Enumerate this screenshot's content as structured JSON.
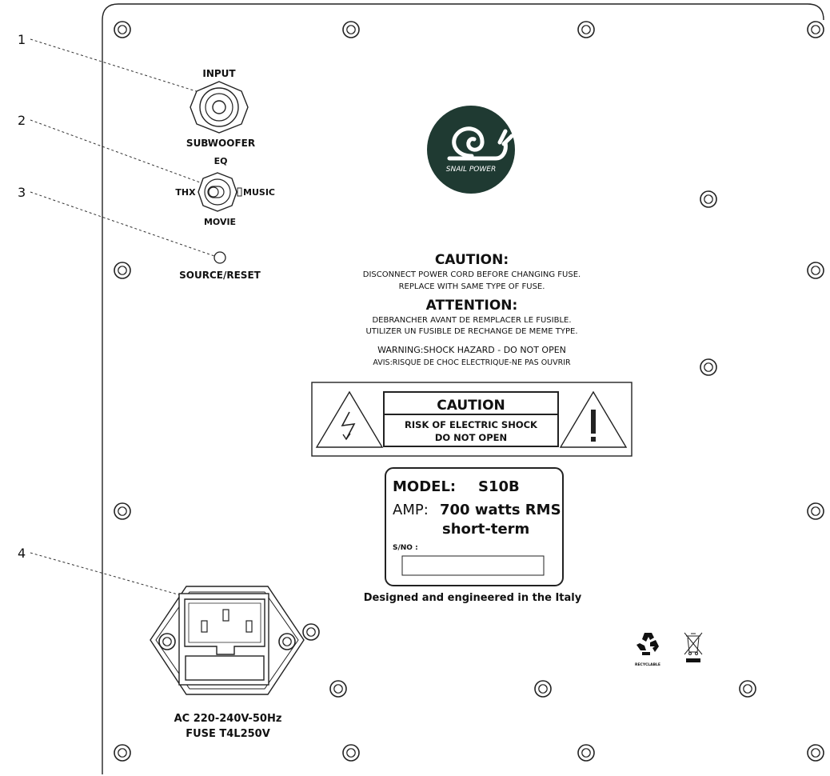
{
  "callouts": [
    "1",
    "2",
    "3",
    "4"
  ],
  "input_jack": {
    "top_label": "INPUT",
    "bottom_label": "SUBWOOFER"
  },
  "eq_switch": {
    "top_label": "EQ",
    "left_label": "THX",
    "right_label": "MUSIC",
    "bottom_label": "MOVIE"
  },
  "source_reset": {
    "label": "SOURCE/RESET"
  },
  "logo": {
    "text": "SNAIL POWER"
  },
  "warnings": {
    "caution_title": "CAUTION:",
    "caution_line1": "DISCONNECT POWER CORD BEFORE CHANGING FUSE.",
    "caution_line2": "REPLACE WITH SAME TYPE OF FUSE.",
    "attention_title": "ATTENTION:",
    "attention_line1": "DEBRANCHER AVANT DE REMPLACER LE FUSIBLE.",
    "attention_line2": "UTILIZER UN FUSIBLE DE RECHANGE DE MEME TYPE.",
    "warning_line": "WARNING:SHOCK HAZARD - DO NOT OPEN",
    "avis_line": "AVIS:RISQUE DE CHOC ELECTRIQUE-NE PAS OUVRIR"
  },
  "shock_box": {
    "title": "CAUTION",
    "line1": "RISK OF ELECTRIC SHOCK",
    "line2": "DO NOT OPEN"
  },
  "model_plate": {
    "model_label": "MODEL:",
    "model_value": "S10B",
    "amp_label": "AMP:",
    "amp_value": "700 watts RMS",
    "amp_note": "short-term",
    "serial_label": "S/NO :"
  },
  "designed_text": "Designed and engineered in the Italy",
  "power": {
    "line1": "AC 220-240V-50Hz",
    "line2": "FUSE T4L250V"
  },
  "recycle": {
    "label": "RECYCLABLE"
  }
}
